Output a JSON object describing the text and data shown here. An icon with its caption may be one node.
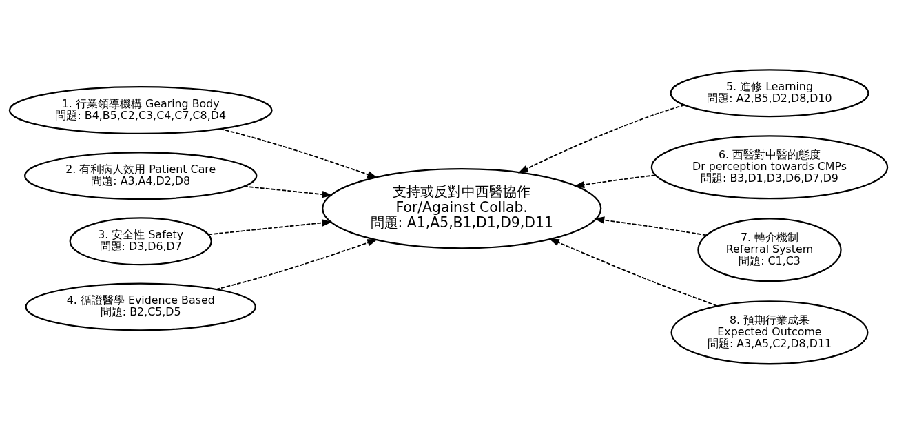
{
  "diagram": {
    "nodes": [
      {
        "text": [
          "支持或反對中西醫協作",
          "For/Against Collab.",
          "問題: A1,A5,B1,D1,D9,D11"
        ]
      },
      {
        "text": [
          "1. 行業領導機構 Gearing Body",
          "問題: B4,B5,C2,C3,C4,C7,C8,D4"
        ]
      },
      {
        "text": [
          "2. 有利病人效用 Patient Care",
          "問題: A3,A4,D2,D8"
        ]
      },
      {
        "text": [
          "3. 安全性 Safety",
          "問題: D3,D6,D7"
        ]
      },
      {
        "text": [
          "4. 循證醫學 Evidence Based",
          "問題: B2,C5,D5"
        ]
      },
      {
        "text": [
          "5. 進修 Learning",
          "問題: A2,B5,D2,D8,D10"
        ]
      },
      {
        "text": [
          "6. 西醫對中醫的態度",
          "Dr perception towards CMPs",
          "問題: B3,D1,D3,D6,D7,D9"
        ]
      },
      {
        "text": [
          "7. 轉介機制",
          "Referral System",
          "問題: C1,C3"
        ]
      },
      {
        "text": [
          "8. 預期行業成果",
          "Expected Outcome",
          "問題: A3,A5,C2,D8,D11"
        ]
      }
    ],
    "edges": [
      {
        "from": 1,
        "to": 0,
        "arrow": "to",
        "style": "dashed"
      },
      {
        "from": 2,
        "to": 0,
        "arrow": "to",
        "style": "dashed"
      },
      {
        "from": 3,
        "to": 0,
        "arrow": "to",
        "style": "dashed"
      },
      {
        "from": 4,
        "to": 0,
        "arrow": "to",
        "style": "dashed"
      },
      {
        "from": 5,
        "to": 0,
        "arrow": "to",
        "style": "dashed"
      },
      {
        "from": 6,
        "to": 0,
        "arrow": "to",
        "style": "dashed"
      },
      {
        "from": 7,
        "to": 0,
        "arrow": "to",
        "style": "dashed"
      },
      {
        "from": 8,
        "to": 0,
        "arrow": "to",
        "style": "dashed"
      }
    ]
  }
}
